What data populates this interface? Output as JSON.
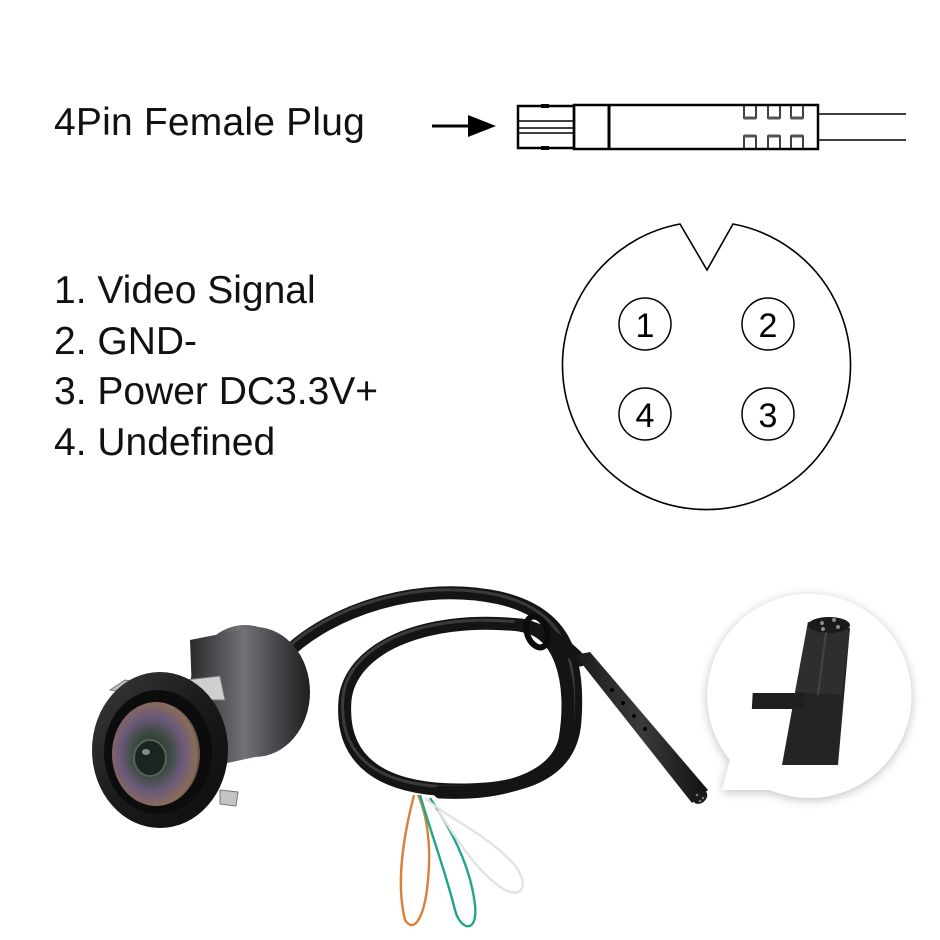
{
  "header": {
    "title": "4Pin Female Plug",
    "arrow_icon": "arrow-right-icon"
  },
  "pin_list": [
    {
      "num": "1",
      "label": "1. Video Signal"
    },
    {
      "num": "2",
      "label": "2. GND-"
    },
    {
      "num": "3",
      "label": "3. Power DC3.3V+"
    },
    {
      "num": "4",
      "label": "4. Undefined"
    }
  ],
  "connector_face": {
    "pins": [
      {
        "label": "1",
        "pos": "top-left"
      },
      {
        "label": "2",
        "pos": "top-right"
      },
      {
        "label": "4",
        "pos": "bottom-left"
      },
      {
        "label": "3",
        "pos": "bottom-right"
      }
    ],
    "key_notch": "top-center"
  },
  "product": {
    "camera": "flush-mount-rear-camera",
    "wire_colors": {
      "orange": "#d9803a",
      "green": "#1fa58a",
      "white": "#e8e8e8",
      "cable": "#151515"
    },
    "callout": "connector-closeup"
  }
}
